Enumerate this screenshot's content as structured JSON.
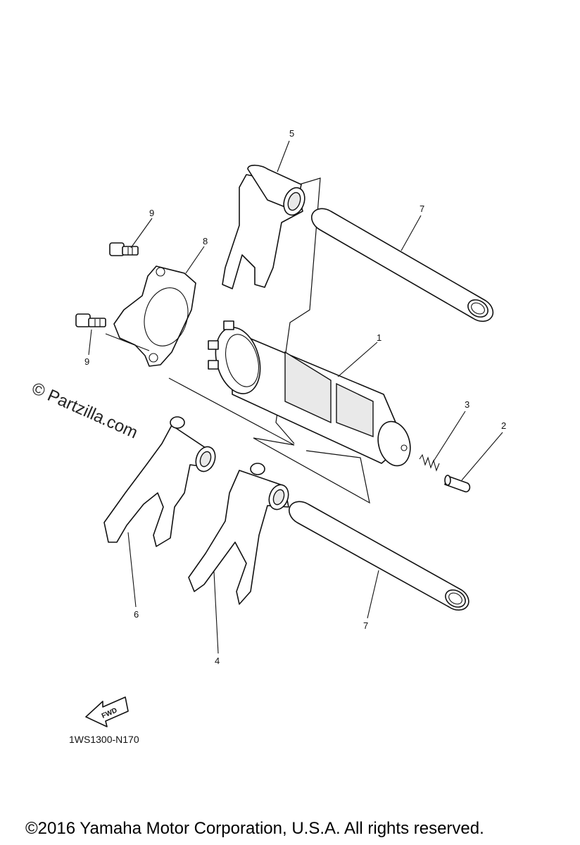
{
  "diagram": {
    "callouts": {
      "c1": "1",
      "c2": "2",
      "c3": "3",
      "c4": "4",
      "c5": "5",
      "c6": "6",
      "c7a": "7",
      "c7b": "7",
      "c8": "8",
      "c9a": "9",
      "c9b": "9"
    },
    "fwd_label": "FWD",
    "reference_code": "1WS1300-N170"
  },
  "watermark": "© Partzilla.com",
  "copyright": "©2016 Yamaha Motor Corporation, U.S.A. All rights reserved."
}
